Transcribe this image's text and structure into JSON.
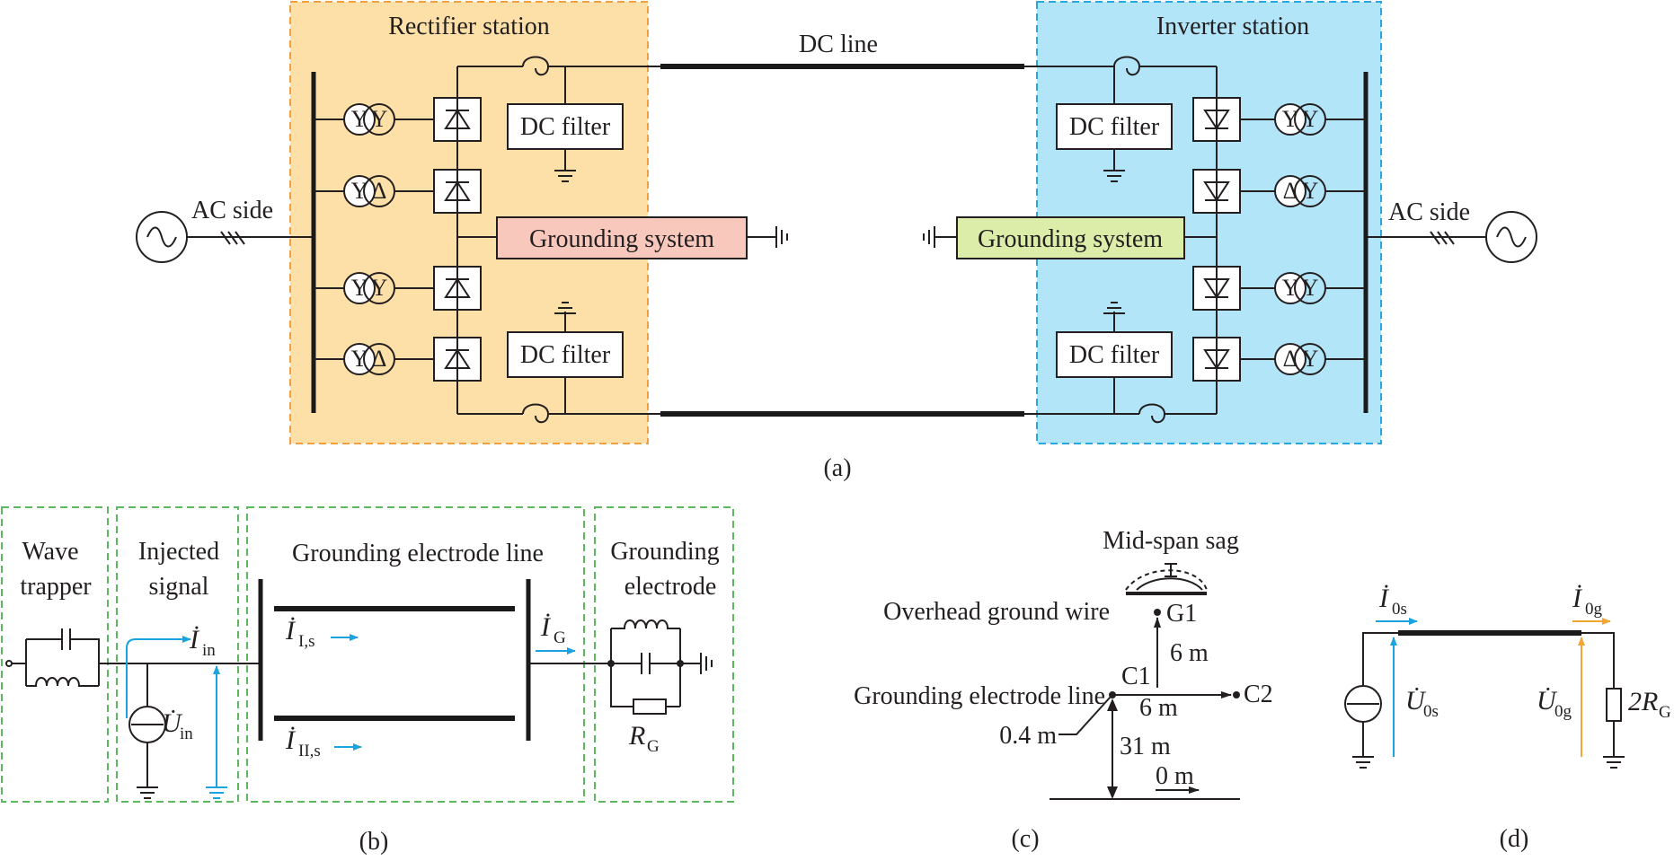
{
  "panel_a": {
    "rectifier_title": "Rectifier station",
    "inverter_title": "Inverter station",
    "dc_line": "DC line",
    "ac_side": "AC side",
    "dc_filter": "DC filter",
    "grounding_system": "Grounding system",
    "caption": "(a)"
  },
  "panel_b": {
    "wave_trapper_1": "Wave",
    "wave_trapper_2": "trapper",
    "injected_1": "Injected",
    "injected_2": "signal",
    "line_title": "Grounding electrode line",
    "electrode_1": "Grounding",
    "electrode_2": "electrode",
    "i_in": "İ",
    "i_in_sub": "in",
    "u_in": "U̇",
    "u_in_sub": "in",
    "i_1s": "İ",
    "i_1s_sub": "I,s",
    "i_2s": "İ",
    "i_2s_sub": "II,s",
    "i_g": "İ",
    "i_g_sub": "G",
    "r_g": "R",
    "r_g_sub": "G",
    "caption": "(b)"
  },
  "panel_c": {
    "sag": "Mid-span sag",
    "ground_wire": "Overhead ground wire",
    "g1": "G1",
    "six_m_v": "6 m",
    "c1": "C1",
    "c2": "C2",
    "gel": "Grounding electrode line",
    "six_m_h": "6 m",
    "zero_four": "0.4 m",
    "thirty_one": "31 m",
    "zero_m": "0 m",
    "caption": "(c)"
  },
  "panel_d": {
    "i0s": "İ",
    "i0s_sub": "0s",
    "i0g": "İ",
    "i0g_sub": "0g",
    "u0s": "U̇",
    "u0s_sub": "0s",
    "u0g": "U̇",
    "u0g_sub": "0g",
    "r2": "2R",
    "r2_sub": "G",
    "caption": "(d)"
  },
  "colors": {
    "rectifier_fill": "#fde0a8",
    "rectifier_border": "#f0a040",
    "inverter_fill": "#b3e5f9",
    "inverter_border": "#29a8e0",
    "grounding_rect_fill": "#f9c8bc",
    "grounding_inv_fill": "#dcedaa",
    "blue_arrow": "#1ba2e0",
    "orange_arrow": "#f2a531",
    "green_dash": "#5cb85c"
  }
}
